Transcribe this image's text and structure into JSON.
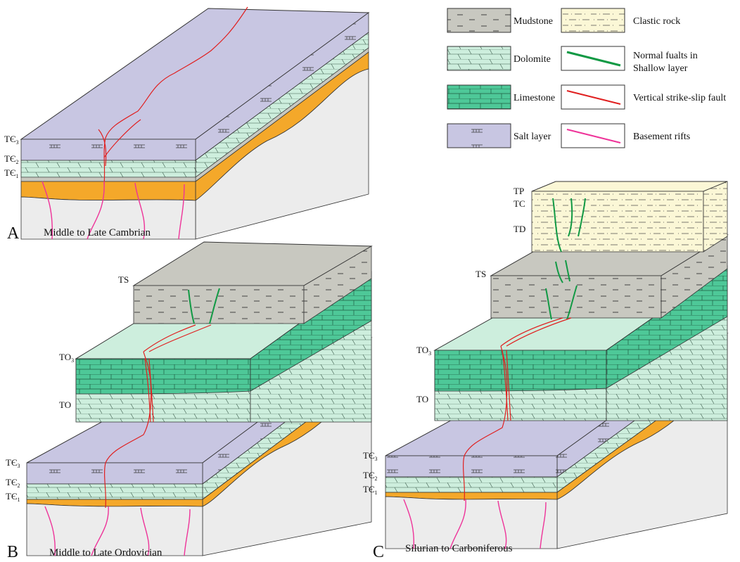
{
  "colors": {
    "mudstone": "#c8c8c0",
    "dolomite": "#cdeedd",
    "limestone": "#4ec898",
    "salt": "#c8c6e2",
    "clastic": "#fbf7d6",
    "basement": "#f4a82a",
    "base": "#ececec",
    "fault_normal": "#119944",
    "fault_strike_slip": "#e02020",
    "basement_rift": "#ee3399"
  },
  "legend": [
    {
      "label": "Mudstone",
      "pattern": "mudstone"
    },
    {
      "label": "Clastic rock",
      "pattern": "clastic"
    },
    {
      "label": "Dolomite",
      "pattern": "dolomite"
    },
    {
      "label": "Normal fualts in",
      "label2": "Shallow layer",
      "line": "normal"
    },
    {
      "label": "Limestone",
      "pattern": "limestone"
    },
    {
      "label": "Vertical strike-slip fault",
      "line": "strike"
    },
    {
      "label": "Salt layer",
      "pattern": "salt"
    },
    {
      "label": "Basement rifts",
      "line": "rift"
    }
  ],
  "panels": {
    "A": {
      "letter": "A",
      "caption": "Middle to Late Cambrian",
      "horizons": {
        "te3": "TЄ",
        "te3_sub": "3",
        "te2": "TЄ",
        "te2_sub": "2",
        "te1": "TЄ",
        "te1_sub": "1"
      }
    },
    "B": {
      "letter": "B",
      "caption": "Middle to Late Ordovician",
      "horizons": {
        "ts": "TS",
        "to3": "TO",
        "to3_sub": "3",
        "to": "TO",
        "te3": "TЄ",
        "te3_sub": "3",
        "te2": "TЄ",
        "te2_sub": "2",
        "te1": "TЄ",
        "te1_sub": "1"
      }
    },
    "C": {
      "letter": "C",
      "caption": "Silurian to Carboniferous",
      "horizons": {
        "tp": "TP",
        "tc": "TC",
        "td": "TD",
        "ts": "TS",
        "to3": "TO",
        "to3_sub": "3",
        "to": "TO",
        "te3": "TЄ",
        "te3_sub": "3",
        "te2": "TЄ",
        "te2_sub": "2",
        "te1": "TЄ",
        "te1_sub": "1"
      }
    }
  }
}
